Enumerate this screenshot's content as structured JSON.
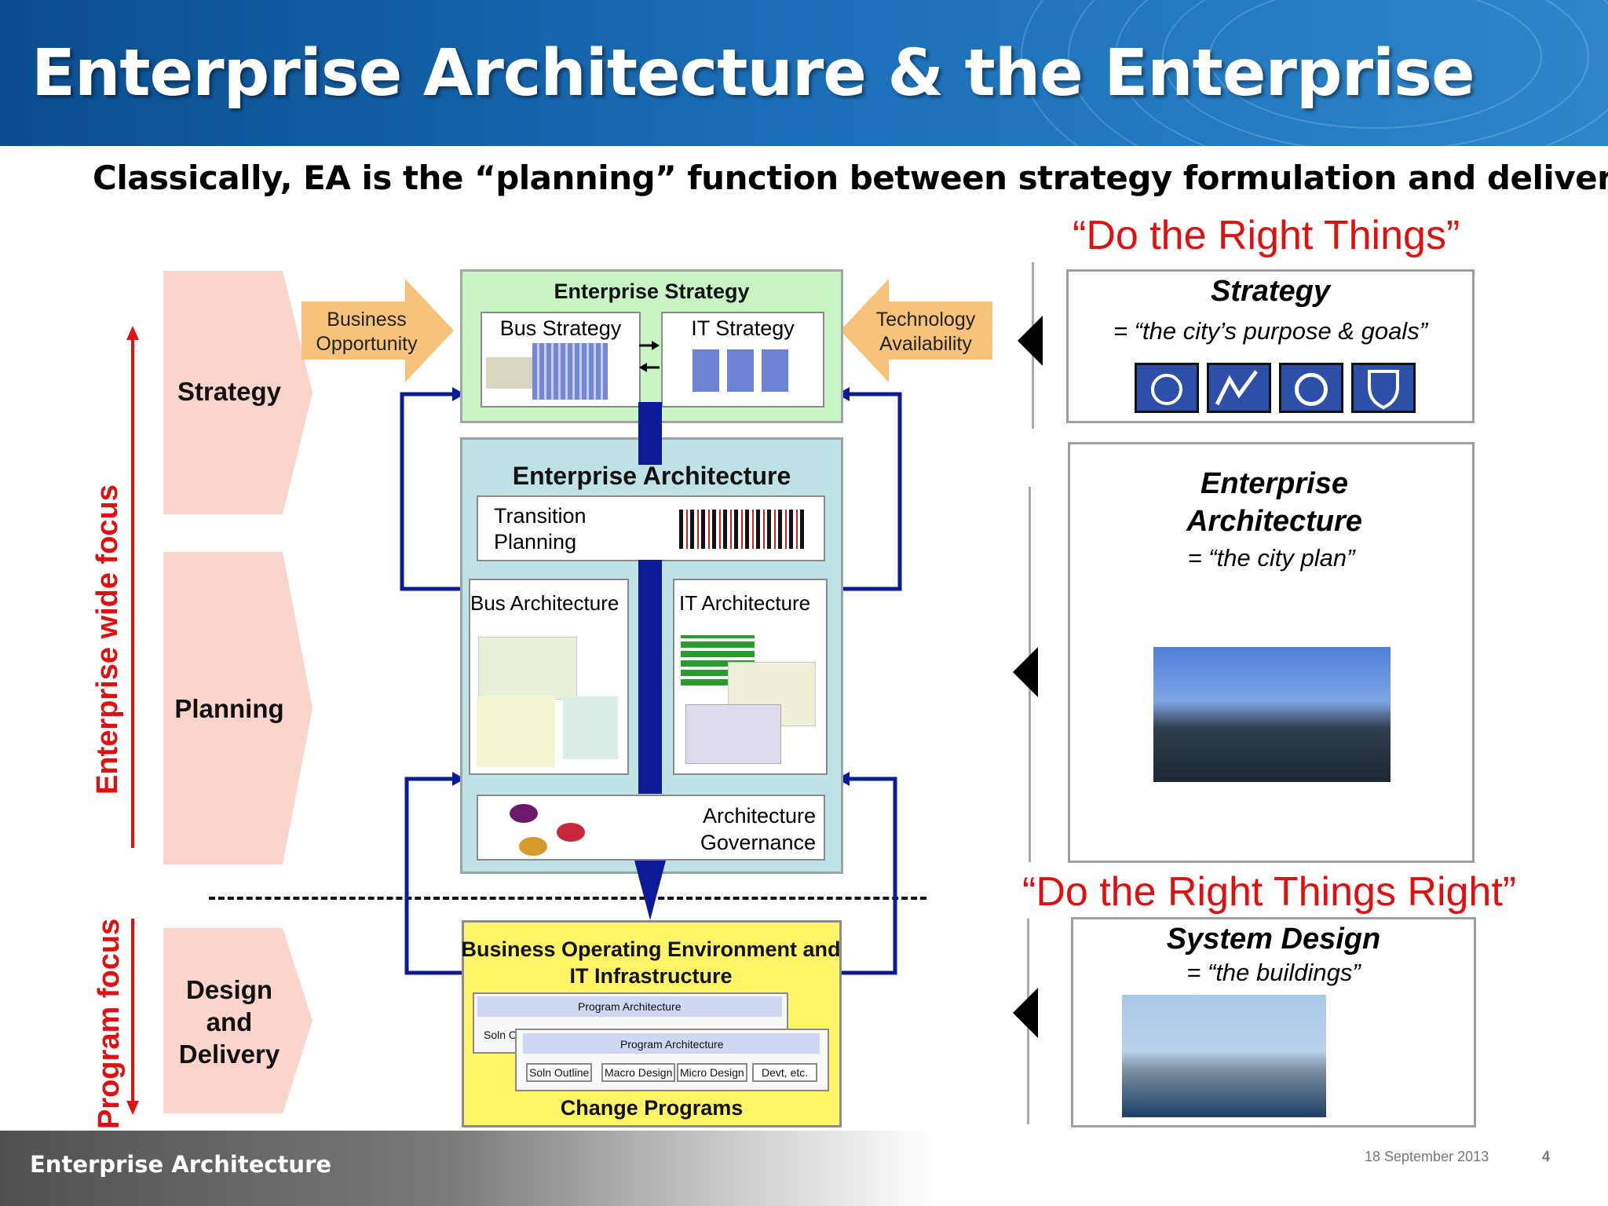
{
  "title": "Enterprise Architecture & the Enterprise",
  "subtitle": "Classically, EA is the “planning” function between strategy formulation and delivery…",
  "quotes": {
    "right_things": "“Do the Right Things”",
    "right_things_right": "“Do the Right Things Right”"
  },
  "left_column": {
    "chevrons": [
      "Strategy",
      "Planning",
      "Design and Delivery"
    ],
    "enterprise_focus": "Enterprise wide focus",
    "program_focus": "Program  focus"
  },
  "arrows": {
    "business_opportunity": "Business Opportunity",
    "technology_availability": "Technology Availability"
  },
  "enterprise_strategy": {
    "title": "Enterprise Strategy",
    "bus_strategy": "Bus Strategy",
    "it_strategy": "IT Strategy"
  },
  "enterprise_architecture": {
    "title": "Enterprise Architecture",
    "transition_planning": "Transition Planning",
    "bus_architecture": "Bus Architecture",
    "it_architecture": "IT Architecture",
    "architecture_governance": "Architecture Governance"
  },
  "business_environment": {
    "title": "Business Operating Environment and IT Infrastructure",
    "program_architecture": "Program Architecture",
    "soln_outline_short": "Soln O",
    "steps": [
      "Soln Outline",
      "Macro Design",
      "Micro Design",
      "Devt, etc."
    ],
    "change_programs": "Change Programs"
  },
  "right_column": {
    "strategy": {
      "title": "Strategy",
      "desc": "= “the city’s purpose & goals”"
    },
    "ea": {
      "title": "Enterprise Architecture",
      "desc": "= “the city plan”"
    },
    "system_design": {
      "title": "System Design",
      "desc": "= “the buildings”"
    }
  },
  "footer": {
    "label": "Enterprise Architecture",
    "date": "18 September 2013",
    "page": "4"
  },
  "colors": {
    "header_blue": "#0a4d8f",
    "quote_red": "#e01010",
    "navy_arrow": "#0a1a99",
    "strategy_green": "#c9f5c4",
    "ea_teal": "#bfe2e6",
    "env_yellow": "#fff566",
    "chevron_pink": "#fbd4cc",
    "orange": "#f7c27a"
  }
}
